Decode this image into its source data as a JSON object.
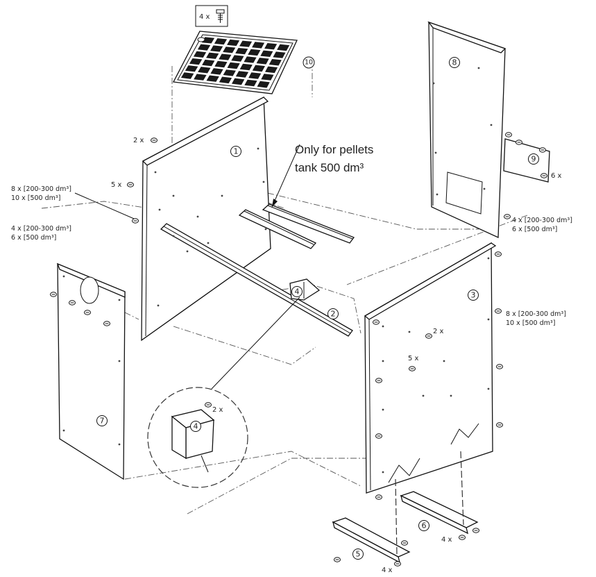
{
  "note": {
    "line1": "Only for pellets",
    "line2": "tank 500 dm³"
  },
  "parts": {
    "p1": "1",
    "p2": "2",
    "p3": "3",
    "p4": "4",
    "p4_detail": "4",
    "p5": "5",
    "p6": "6",
    "p7": "7",
    "p8": "8",
    "p9": "9",
    "p10": "10"
  },
  "quantities": {
    "top_screw": "4 x",
    "panel1_top": "2 x",
    "panel1_side": "5 x",
    "left_mid_a": "8 x [200-300 dm³]",
    "left_mid_b": "10 x [500 dm³]",
    "left_low_a": "4 x [200-300 dm³]",
    "left_low_b": "6 x [500 dm³]",
    "plate9": "6 x",
    "right_upper_a": "4 x [200-300 dm³]",
    "right_upper_b": "6 x [500 dm³]",
    "right_mid_a": "8 x [200-300 dm³]",
    "right_mid_b": "10 x [500 dm³]",
    "panel3_a": "2 x",
    "panel3_b": "5 x",
    "detail": "2 x",
    "foot5": "4 x",
    "foot6": "4 x"
  }
}
